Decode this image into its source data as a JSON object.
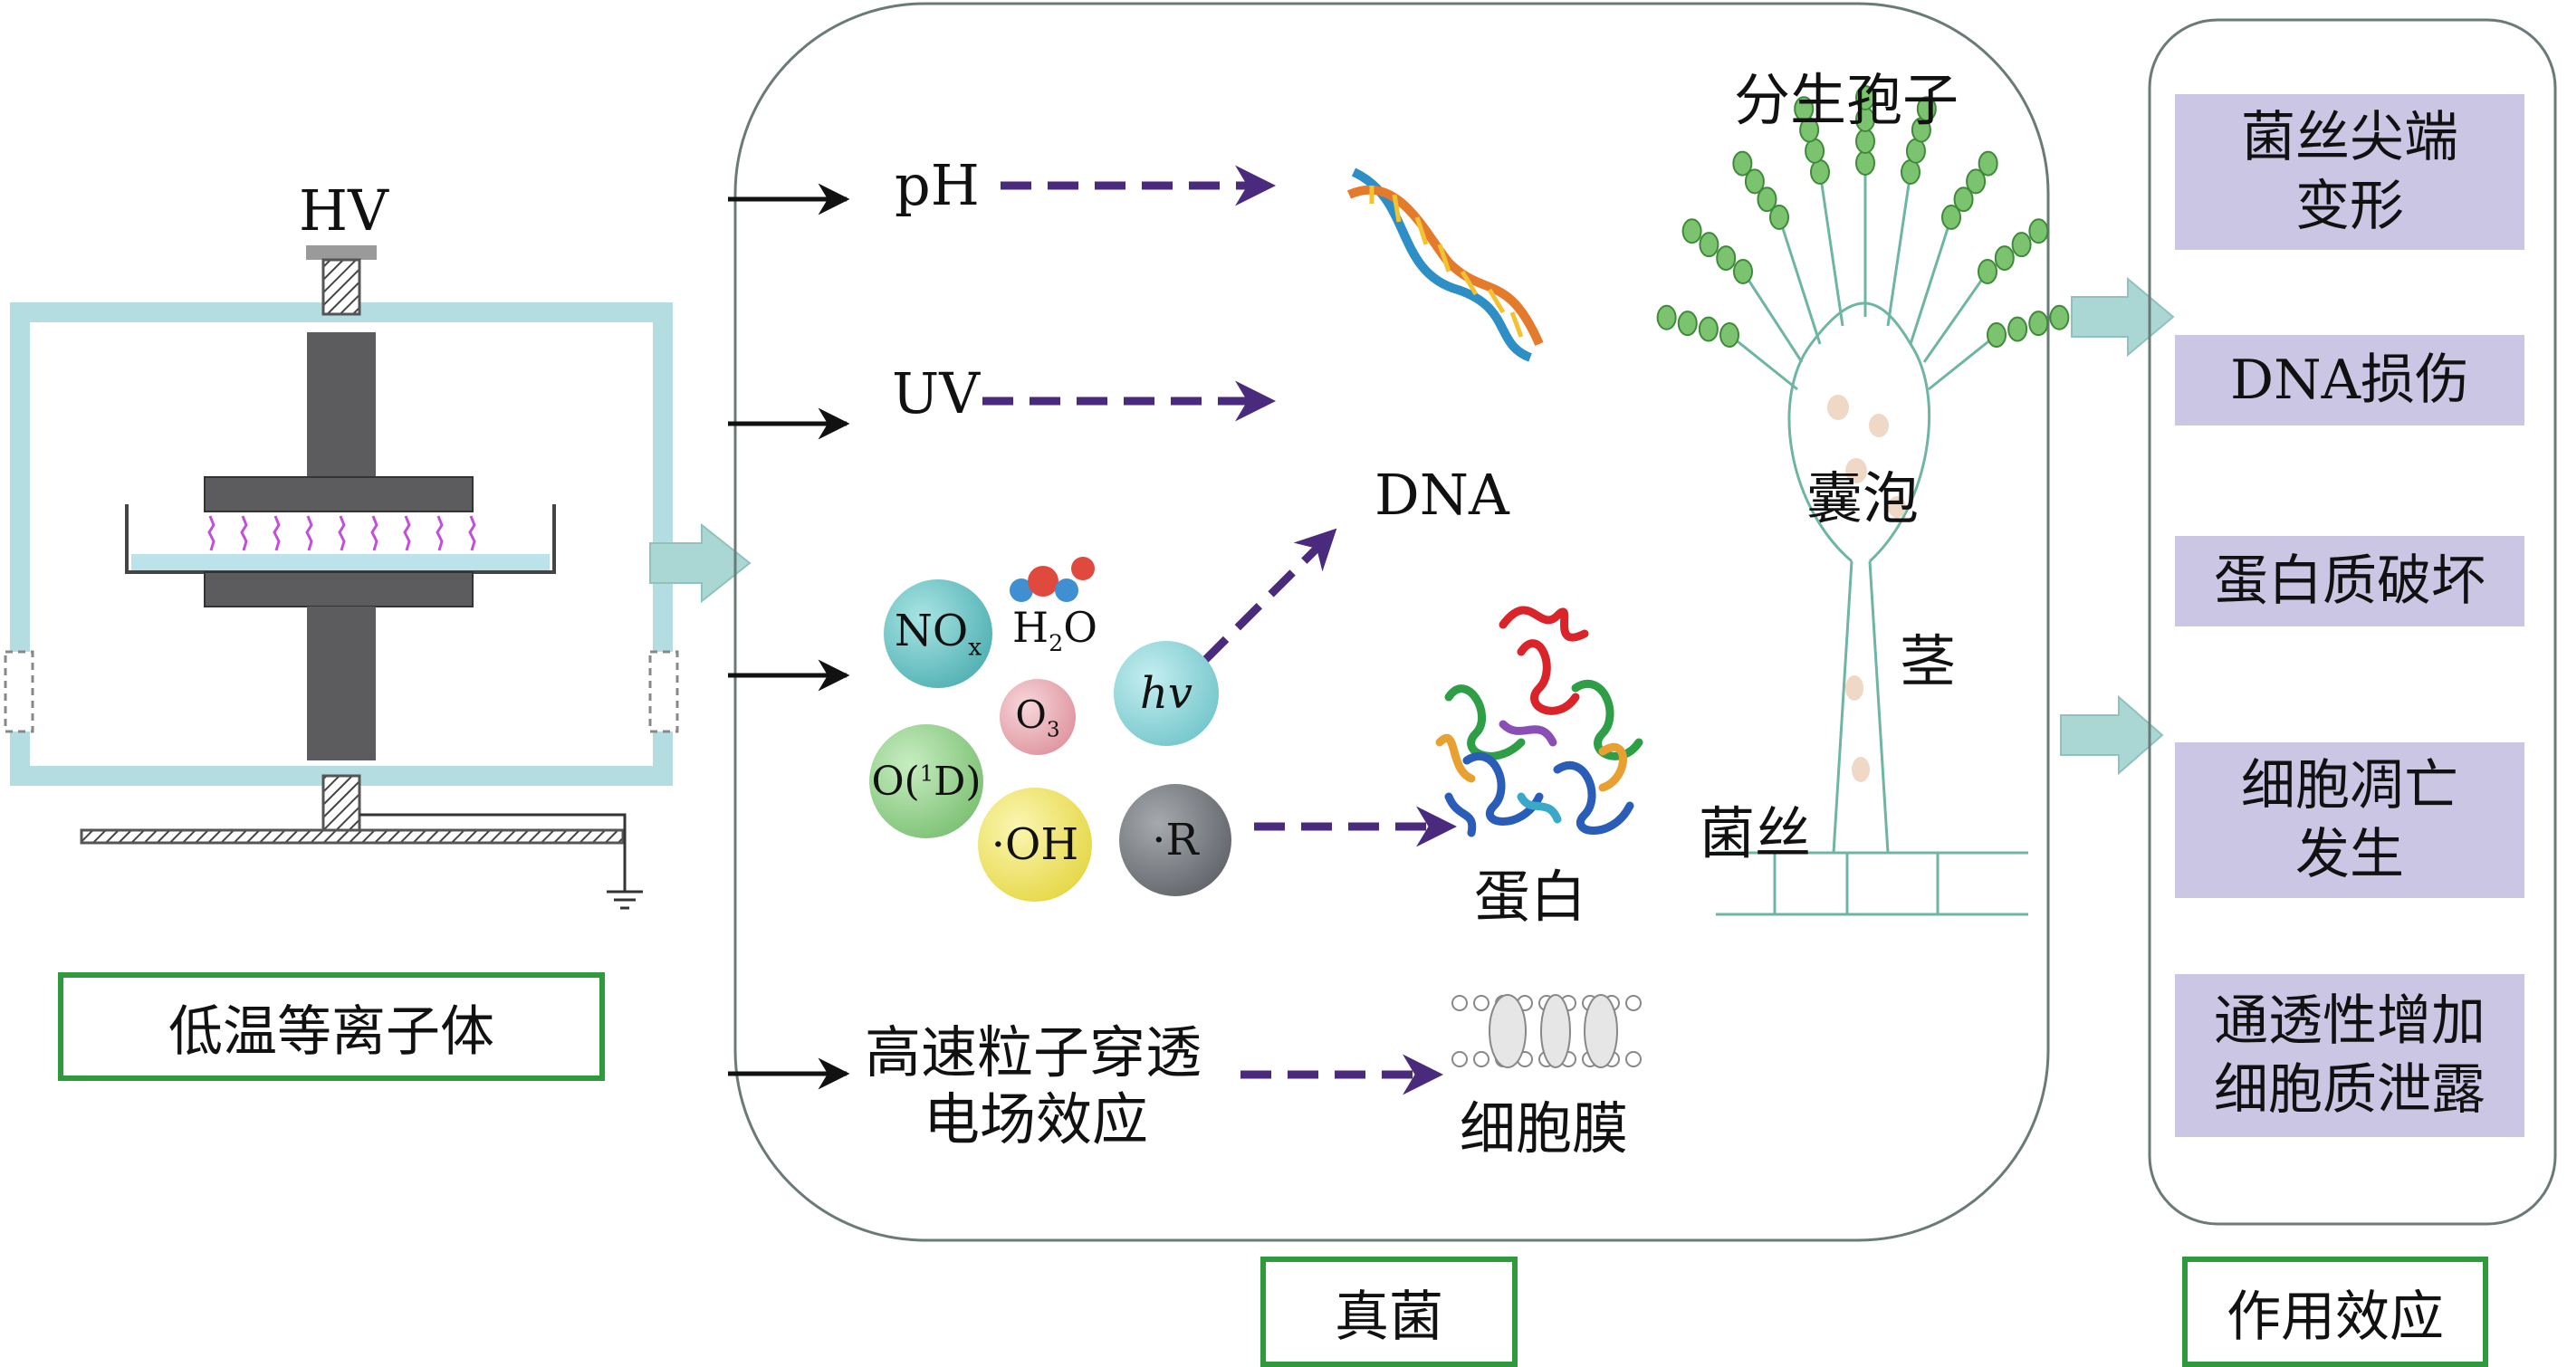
{
  "device": {
    "hv_label": "HV",
    "caption": "低温等离子体"
  },
  "fungus_panel": {
    "caption": "真菌",
    "factors": {
      "ph": "pH",
      "uv": "UV",
      "particle_line1": "高速粒子穿透",
      "particle_line2": "电场效应"
    },
    "species": {
      "nox": "NOx",
      "h2o": "H2O",
      "o3": "O3",
      "hv": "hv",
      "o1d": "O(1D)",
      "oh": "·OH",
      "r": "·R"
    },
    "targets": {
      "dna": "DNA",
      "protein": "蛋白",
      "membrane": "细胞膜"
    },
    "anatomy": {
      "conidia": "分生孢子",
      "vesicle": "囊泡",
      "stalk": "茎",
      "hyphae": "菌丝"
    }
  },
  "effects_panel": {
    "caption": "作用效应",
    "items": [
      {
        "line1": "菌丝尖端",
        "line2": "变形"
      },
      {
        "line1": "DNA损伤",
        "line2": ""
      },
      {
        "line1": "蛋白质破坏",
        "line2": ""
      },
      {
        "line1": "细胞凋亡",
        "line2": "发生"
      },
      {
        "line1": "通透性增加",
        "line2": "细胞质泄露"
      }
    ]
  },
  "colors": {
    "chamber": "#b3dde0",
    "electrode": "#5c5c5e",
    "dashed_arrow": "#4a2a7c",
    "block_arrow": "#aad7d3",
    "caption_border": "#2e9a3c",
    "effect_fill": "#cbc6e3",
    "nox": "#4fb6b8",
    "h2o": "#3f8fd1",
    "o3": "#e6a3ad",
    "hv": "#7ccfd4",
    "o1d": "#8ccd83",
    "oh": "#eee04a",
    "r": "#707478"
  }
}
